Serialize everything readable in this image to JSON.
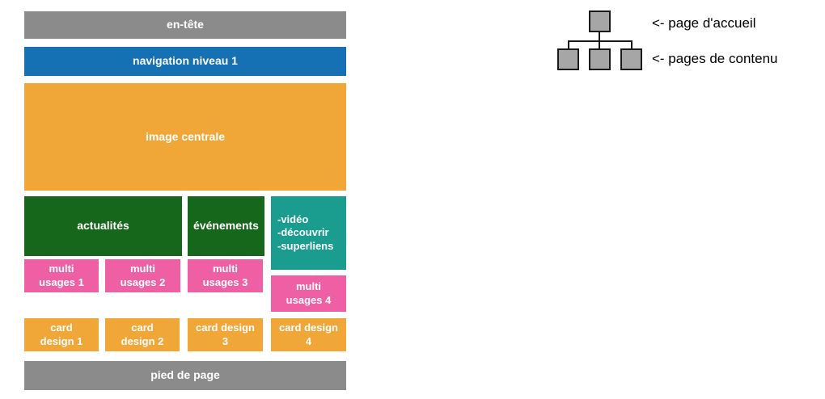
{
  "wireframe": {
    "header_label": "en-tête",
    "nav_label": "navigation niveau 1",
    "hero_label": "image centrale",
    "news_label": "actualités",
    "events_label": "événements",
    "links_block": {
      "lines": [
        "-vidéo",
        "-découvrir",
        "-superliens"
      ]
    },
    "multi_usage_labels": [
      "multi usages 1",
      "multi usages 2",
      "multi usages 3",
      "multi usages 4"
    ],
    "card_labels": [
      "card design 1",
      "card design 2",
      "card design 3",
      "card design 4"
    ],
    "footer_label": "pied de page"
  },
  "sitemap": {
    "home_annotation": "<- page d'accueil",
    "content_annotation": "<- pages de contenu"
  },
  "colors": {
    "gray": "#8B8B8B",
    "blue": "#1571B4",
    "amber": "#F0A737",
    "green": "#16671B",
    "teal": "#1A9D8F",
    "pink": "#EE5FA4",
    "sitemap_square_fill": "#A6A6A6",
    "line_black": "#1a1a1a",
    "text_on_block": "#FFFFFF"
  }
}
